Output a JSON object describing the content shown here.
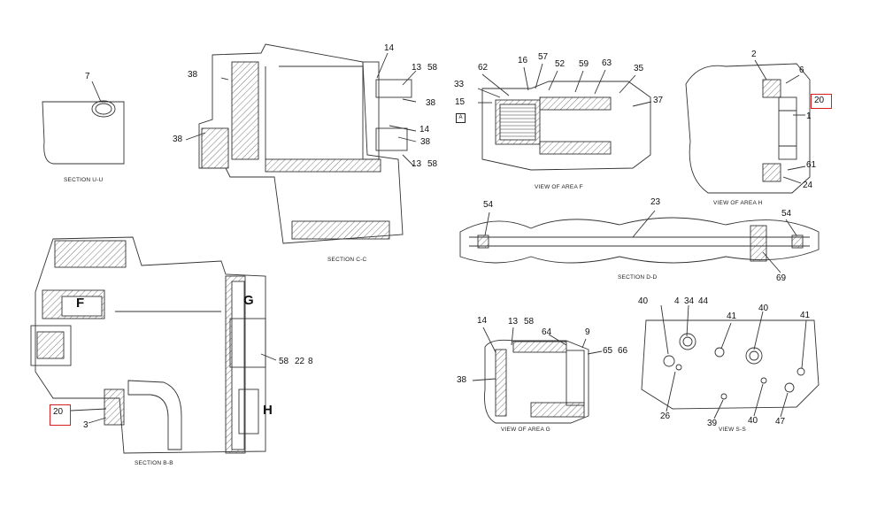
{
  "highlight_color": "#d6201f",
  "line_color": "#333333",
  "views": {
    "section_uu": {
      "caption": "SECTION U-U",
      "callouts": [
        "7"
      ]
    },
    "section_cc": {
      "caption": "SECTION C-C",
      "callouts": [
        "38",
        "14",
        "13",
        "58",
        "38",
        "38",
        "14",
        "38",
        "13",
        "58"
      ]
    },
    "view_area_f": {
      "caption": "VIEW OF AREA F",
      "tag": "A",
      "callouts": [
        "62",
        "16",
        "57",
        "52",
        "59",
        "63",
        "35",
        "33",
        "15",
        "37"
      ]
    },
    "view_area_h": {
      "caption": "VIEW OF AREA H",
      "callouts": [
        "2",
        "6",
        "20",
        "1",
        "61",
        "24"
      ]
    },
    "section_dd": {
      "caption": "SECTION D-D",
      "callouts": [
        "54",
        "23",
        "54",
        "69"
      ]
    },
    "section_bb": {
      "caption": "SECTION B-B",
      "labels": [
        "F",
        "G",
        "H"
      ],
      "callouts": [
        "58",
        "22",
        "8",
        "20",
        "3"
      ]
    },
    "view_area_g": {
      "caption": "VIEW OF AREA G",
      "callouts": [
        "14",
        "13",
        "58",
        "64",
        "9",
        "65",
        "66",
        "38"
      ]
    },
    "view_ss": {
      "caption": "VIEW S-S",
      "callouts": [
        "40",
        "4",
        "34",
        "44",
        "41",
        "40",
        "41",
        "26",
        "39",
        "40",
        "47"
      ]
    }
  }
}
